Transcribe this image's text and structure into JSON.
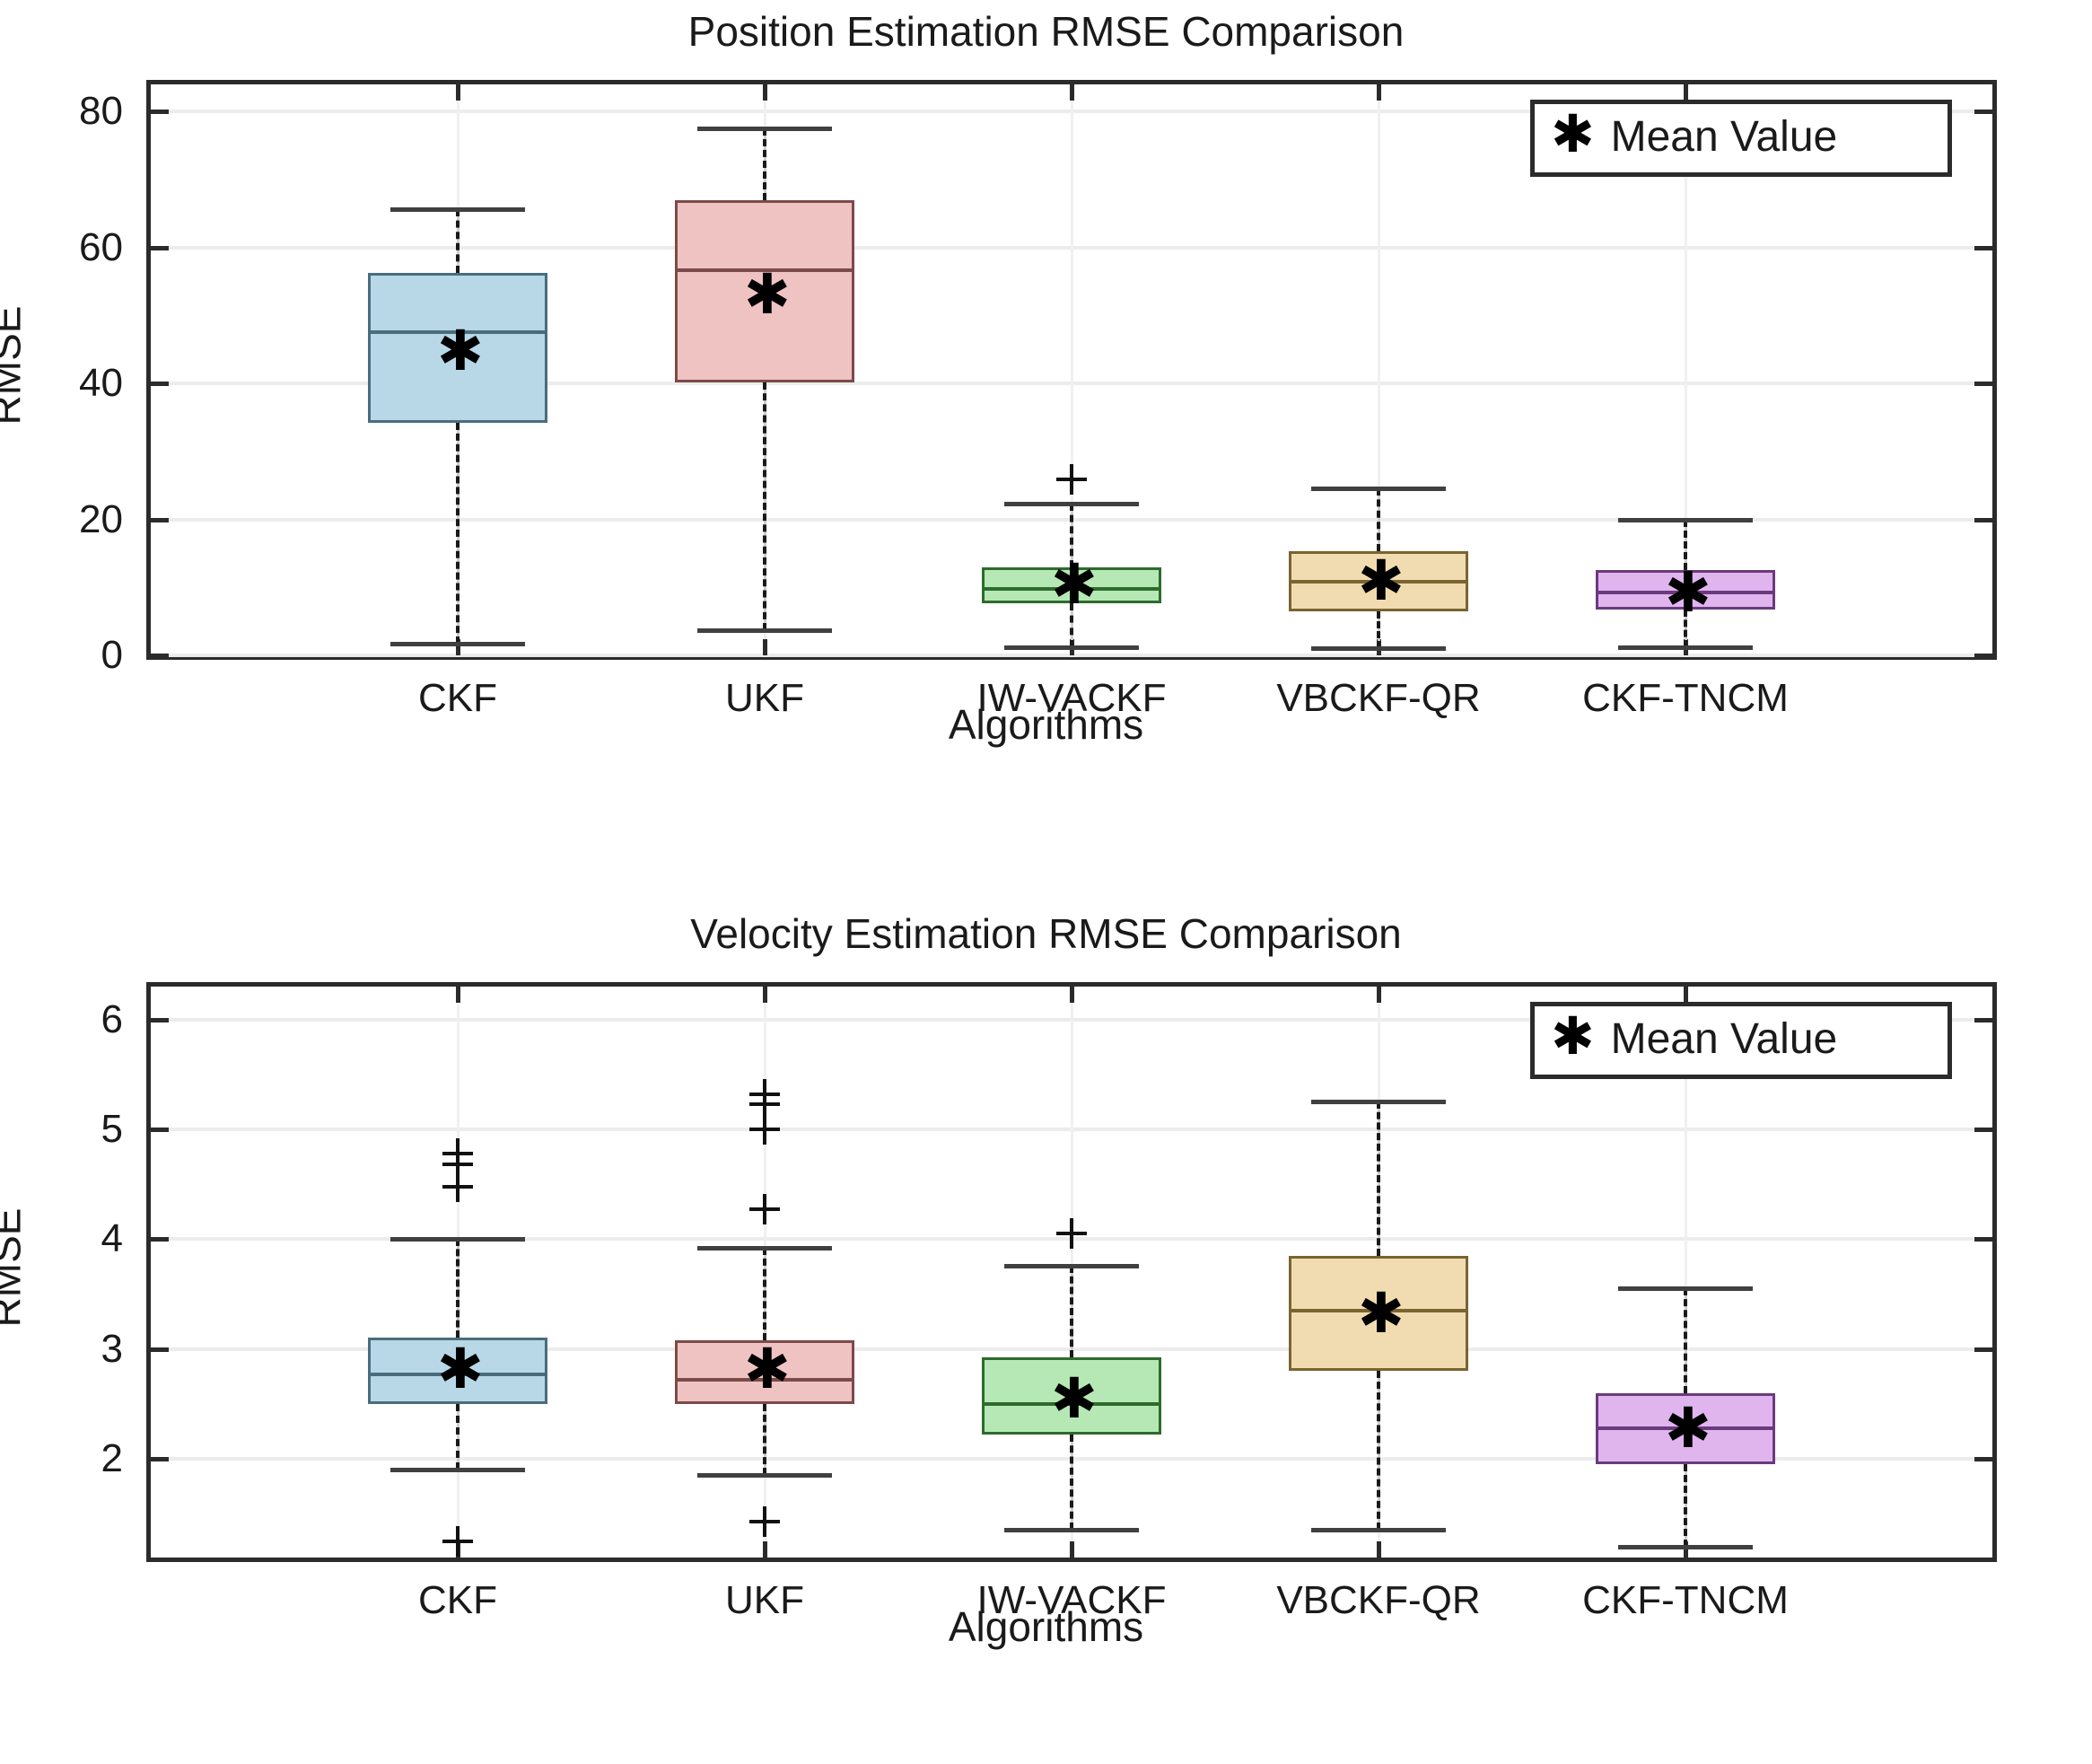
{
  "figure": {
    "background": "#ffffff",
    "axis_color": "#2b2b2b",
    "grid_color": "#ececec"
  },
  "legend": {
    "marker_glyph": "✱",
    "label": "Mean Value"
  },
  "palette": {
    "CKF": {
      "fill": "#b8d8e8",
      "edge": "#4a6d7c"
    },
    "UKF": {
      "fill": "#f0c3c3",
      "edge": "#7d4a4a"
    },
    "IW-VACKF": {
      "fill": "#b5e8b5",
      "edge": "#2d6b2d"
    },
    "VBCKF-QR": {
      "fill": "#f0dcb0",
      "edge": "#7a6430"
    },
    "CKF-TNCM": {
      "fill": "#e0b5ee",
      "edge": "#6b3a7d"
    }
  },
  "chart_data": [
    {
      "id": "position",
      "type": "box",
      "title": "Position Estimation RMSE Comparison",
      "xlabel": "Algorithms",
      "ylabel": "RMSE",
      "ylim": [
        0,
        84
      ],
      "yticks": [
        0,
        20,
        40,
        60,
        80
      ],
      "ytick_labels": [
        "0",
        "20",
        "40",
        "60",
        "80"
      ],
      "grid": true,
      "legend_position": "top-right",
      "categories": [
        "CKF",
        "UKF",
        "IW-VACKF",
        "VBCKF-QR",
        "CKF-TNCM"
      ],
      "boxes": [
        {
          "category": "CKF",
          "whisker_low": 1.7,
          "q1": 34.2,
          "median": 47.5,
          "q3": 56.2,
          "whisker_high": 65.6,
          "mean": 44.8,
          "outliers": []
        },
        {
          "category": "UKF",
          "whisker_low": 3.7,
          "q1": 40.2,
          "median": 56.7,
          "q3": 67.0,
          "whisker_high": 77.5,
          "mean": 53.1,
          "outliers": []
        },
        {
          "category": "IW-VACKF",
          "whisker_low": 1.2,
          "q1": 7.6,
          "median": 9.8,
          "q3": 13.0,
          "whisker_high": 22.3,
          "mean": 10.4,
          "outliers": [
            25.9
          ]
        },
        {
          "category": "VBCKF-QR",
          "whisker_low": 1.1,
          "q1": 6.5,
          "median": 10.8,
          "q3": 15.3,
          "whisker_high": 24.6,
          "mean": 11.0,
          "outliers": []
        },
        {
          "category": "CKF-TNCM",
          "whisker_low": 1.2,
          "q1": 6.7,
          "median": 9.2,
          "q3": 12.6,
          "whisker_high": 19.9,
          "mean": 9.3,
          "outliers": []
        }
      ]
    },
    {
      "id": "velocity",
      "type": "box",
      "title": "Velocity Estimation RMSE Comparison",
      "xlabel": "Algorithms",
      "ylabel": "RMSE",
      "ylim": [
        1.1,
        6.3
      ],
      "yticks": [
        2,
        3,
        4,
        5,
        6
      ],
      "ytick_labels": [
        "2",
        "3",
        "4",
        "5",
        "6"
      ],
      "grid": true,
      "legend_position": "top-right",
      "categories": [
        "CKF",
        "UKF",
        "IW-VACKF",
        "VBCKF-QR",
        "CKF-TNCM"
      ],
      "boxes": [
        {
          "category": "CKF",
          "whisker_low": 1.9,
          "q1": 2.5,
          "median": 2.77,
          "q3": 3.1,
          "whisker_high": 4.0,
          "mean": 2.82,
          "outliers": [
            4.78,
            4.68,
            4.48,
            1.25
          ]
        },
        {
          "category": "UKF",
          "whisker_low": 1.85,
          "q1": 2.5,
          "median": 2.72,
          "q3": 3.08,
          "whisker_high": 3.92,
          "mean": 2.82,
          "outliers": [
            5.32,
            5.23,
            5.0,
            4.27,
            1.43
          ]
        },
        {
          "category": "IW-VACKF",
          "whisker_low": 1.35,
          "q1": 2.22,
          "median": 2.5,
          "q3": 2.92,
          "whisker_high": 3.76,
          "mean": 2.55,
          "outliers": [
            4.05
          ]
        },
        {
          "category": "VBCKF-QR",
          "whisker_low": 1.35,
          "q1": 2.8,
          "median": 3.35,
          "q3": 3.85,
          "whisker_high": 5.25,
          "mean": 3.32,
          "outliers": []
        },
        {
          "category": "CKF-TNCM",
          "whisker_low": 1.2,
          "q1": 1.95,
          "median": 2.28,
          "q3": 2.6,
          "whisker_high": 3.55,
          "mean": 2.28,
          "outliers": []
        }
      ]
    }
  ]
}
